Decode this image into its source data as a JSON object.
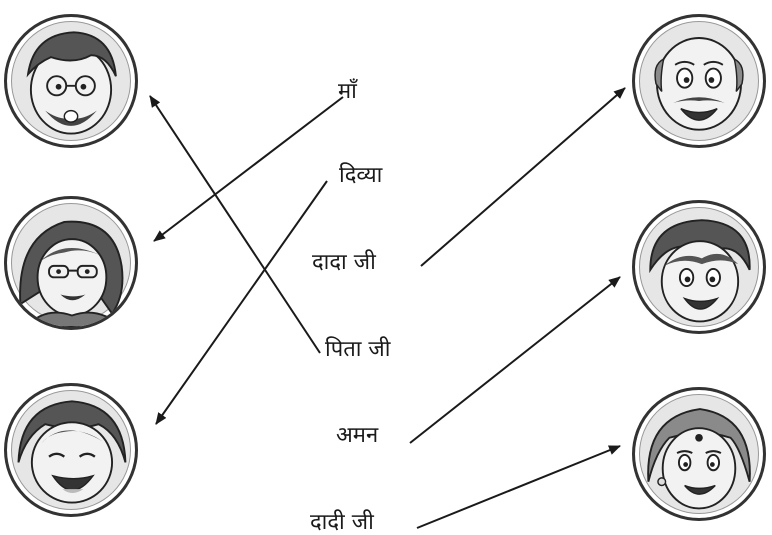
{
  "words": {
    "maa": "माँ",
    "divya": "दिव्या",
    "dada_ji": "दादा जी",
    "pita_ji": "पिता जी",
    "aman": "अमन",
    "dadi_ji": "दादी जी"
  },
  "colors": {
    "ink": "#1a1a1a",
    "face_fill": "#e6e6e6",
    "hair_dark": "#555555",
    "hair_light": "#8a8a8a"
  },
  "portraits_left": [
    "father-portrait",
    "mother-portrait",
    "girl-portrait"
  ],
  "portraits_right": [
    "grandfather-portrait",
    "boy-portrait",
    "grandmother-portrait"
  ],
  "matches": [
    {
      "word": "माँ",
      "portrait": "mother-portrait"
    },
    {
      "word": "दिव्या",
      "portrait": "girl-portrait"
    },
    {
      "word": "पिता जी",
      "portrait": "father-portrait"
    },
    {
      "word": "दादा जी",
      "portrait": "grandfather-portrait"
    },
    {
      "word": "अमन",
      "portrait": "boy-portrait"
    },
    {
      "word": "दादी जी",
      "portrait": "grandmother-portrait"
    }
  ]
}
